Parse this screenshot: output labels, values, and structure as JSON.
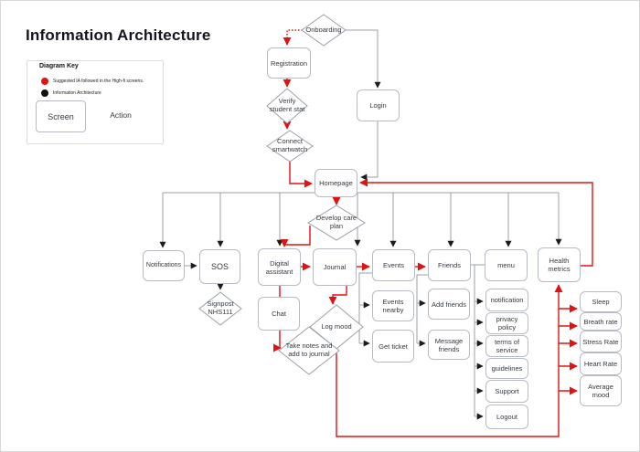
{
  "title": "Information Architecture",
  "key": {
    "title": "Diagram Key",
    "legend": [
      {
        "color": "#e01313",
        "label": "Suggested IA followed in the High-fi screens."
      },
      {
        "color": "#111111",
        "label": "Information Architecture"
      }
    ],
    "screen": "Screen",
    "action": "Action"
  },
  "colors": {
    "suggested_red": "#e01313",
    "connector_gray": "#9aa0a6"
  },
  "nodes": {
    "onboarding": "Onboarding",
    "registration": "Registration",
    "verify_student_stat": "Verify student stat",
    "login": "Login",
    "connect_smartwatch": "Connect smartwatch",
    "homepage": "Homepage",
    "develop_care_plan": "Develop care plan",
    "notifications": "Notifications",
    "sos": "SOS",
    "digital_assistant": "Digital assistant",
    "journal": "Journal",
    "events": "Events",
    "friends": "Friends",
    "menu": "menu",
    "health_metrics": "Health metrics",
    "signpost_nhs111": "Signpost NHS111",
    "chat": "Chat",
    "log_mood": "Log mood",
    "take_notes": "Take notes and add to journal",
    "events_nearby": "Events nearby",
    "get_ticket": "Get ticket",
    "add_friends": "Add friends",
    "message_friends": "Message friends",
    "notification": "notification",
    "privacy_policy": "privacy policy",
    "terms_of_service": "terms of service",
    "guidelines": "guidelines",
    "support": "Support",
    "logout": "Logout",
    "sleep": "Sleep",
    "breath_rate": "Breath rate",
    "stress_rate": "Stress Rate",
    "heart_rate": "Heart Rate",
    "average_mood": "Average mood"
  }
}
